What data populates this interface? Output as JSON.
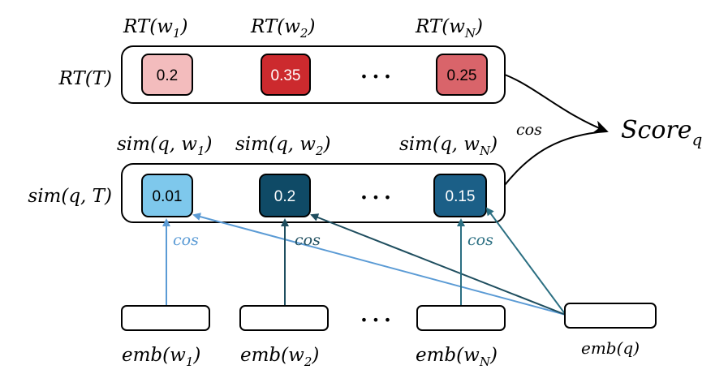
{
  "rt_row": {
    "row_label": "RT(T)",
    "col_labels": [
      "RT(w",
      "RT(w",
      "RT(w"
    ],
    "col_subs": [
      "1",
      "2",
      "N"
    ],
    "cells": [
      {
        "value": "0.2",
        "fill": "#f3bcbd",
        "text_color": "#000000"
      },
      {
        "value": "0.35",
        "fill": "#cc2a2e",
        "text_color": "#ffffff"
      },
      {
        "value": "0.25",
        "fill": "#d9646a",
        "text_color": "#000000"
      }
    ],
    "ellipsis": "• • •"
  },
  "sim_row": {
    "row_label": "sim(q, T)",
    "col_labels": [
      "sim(q, w",
      "sim(q, w",
      "sim(q, w"
    ],
    "col_subs": [
      "1",
      "2",
      "N"
    ],
    "cells": [
      {
        "value": "0.01",
        "fill": "#7ec8ec",
        "text_color": "#000000"
      },
      {
        "value": "0.2",
        "fill": "#0f4a66",
        "text_color": "#ffffff"
      },
      {
        "value": "0.15",
        "fill": "#1b5f87",
        "text_color": "#ffffff"
      }
    ],
    "ellipsis": "• • •"
  },
  "score": {
    "label": "Score",
    "sub": "q",
    "cos_label": "cos"
  },
  "cos_labels": [
    "cos",
    "cos",
    "cos"
  ],
  "emb_row": {
    "labels": [
      "emb(w",
      "emb(w",
      "emb(w"
    ],
    "subs": [
      "1",
      "2",
      "N"
    ],
    "query_label": "emb(q)",
    "ellipsis": "• • •"
  },
  "colors": {
    "light_blue": "#5b9bd5",
    "dark_teal": "#1f4e5f",
    "mid_teal": "#2b6f82"
  }
}
